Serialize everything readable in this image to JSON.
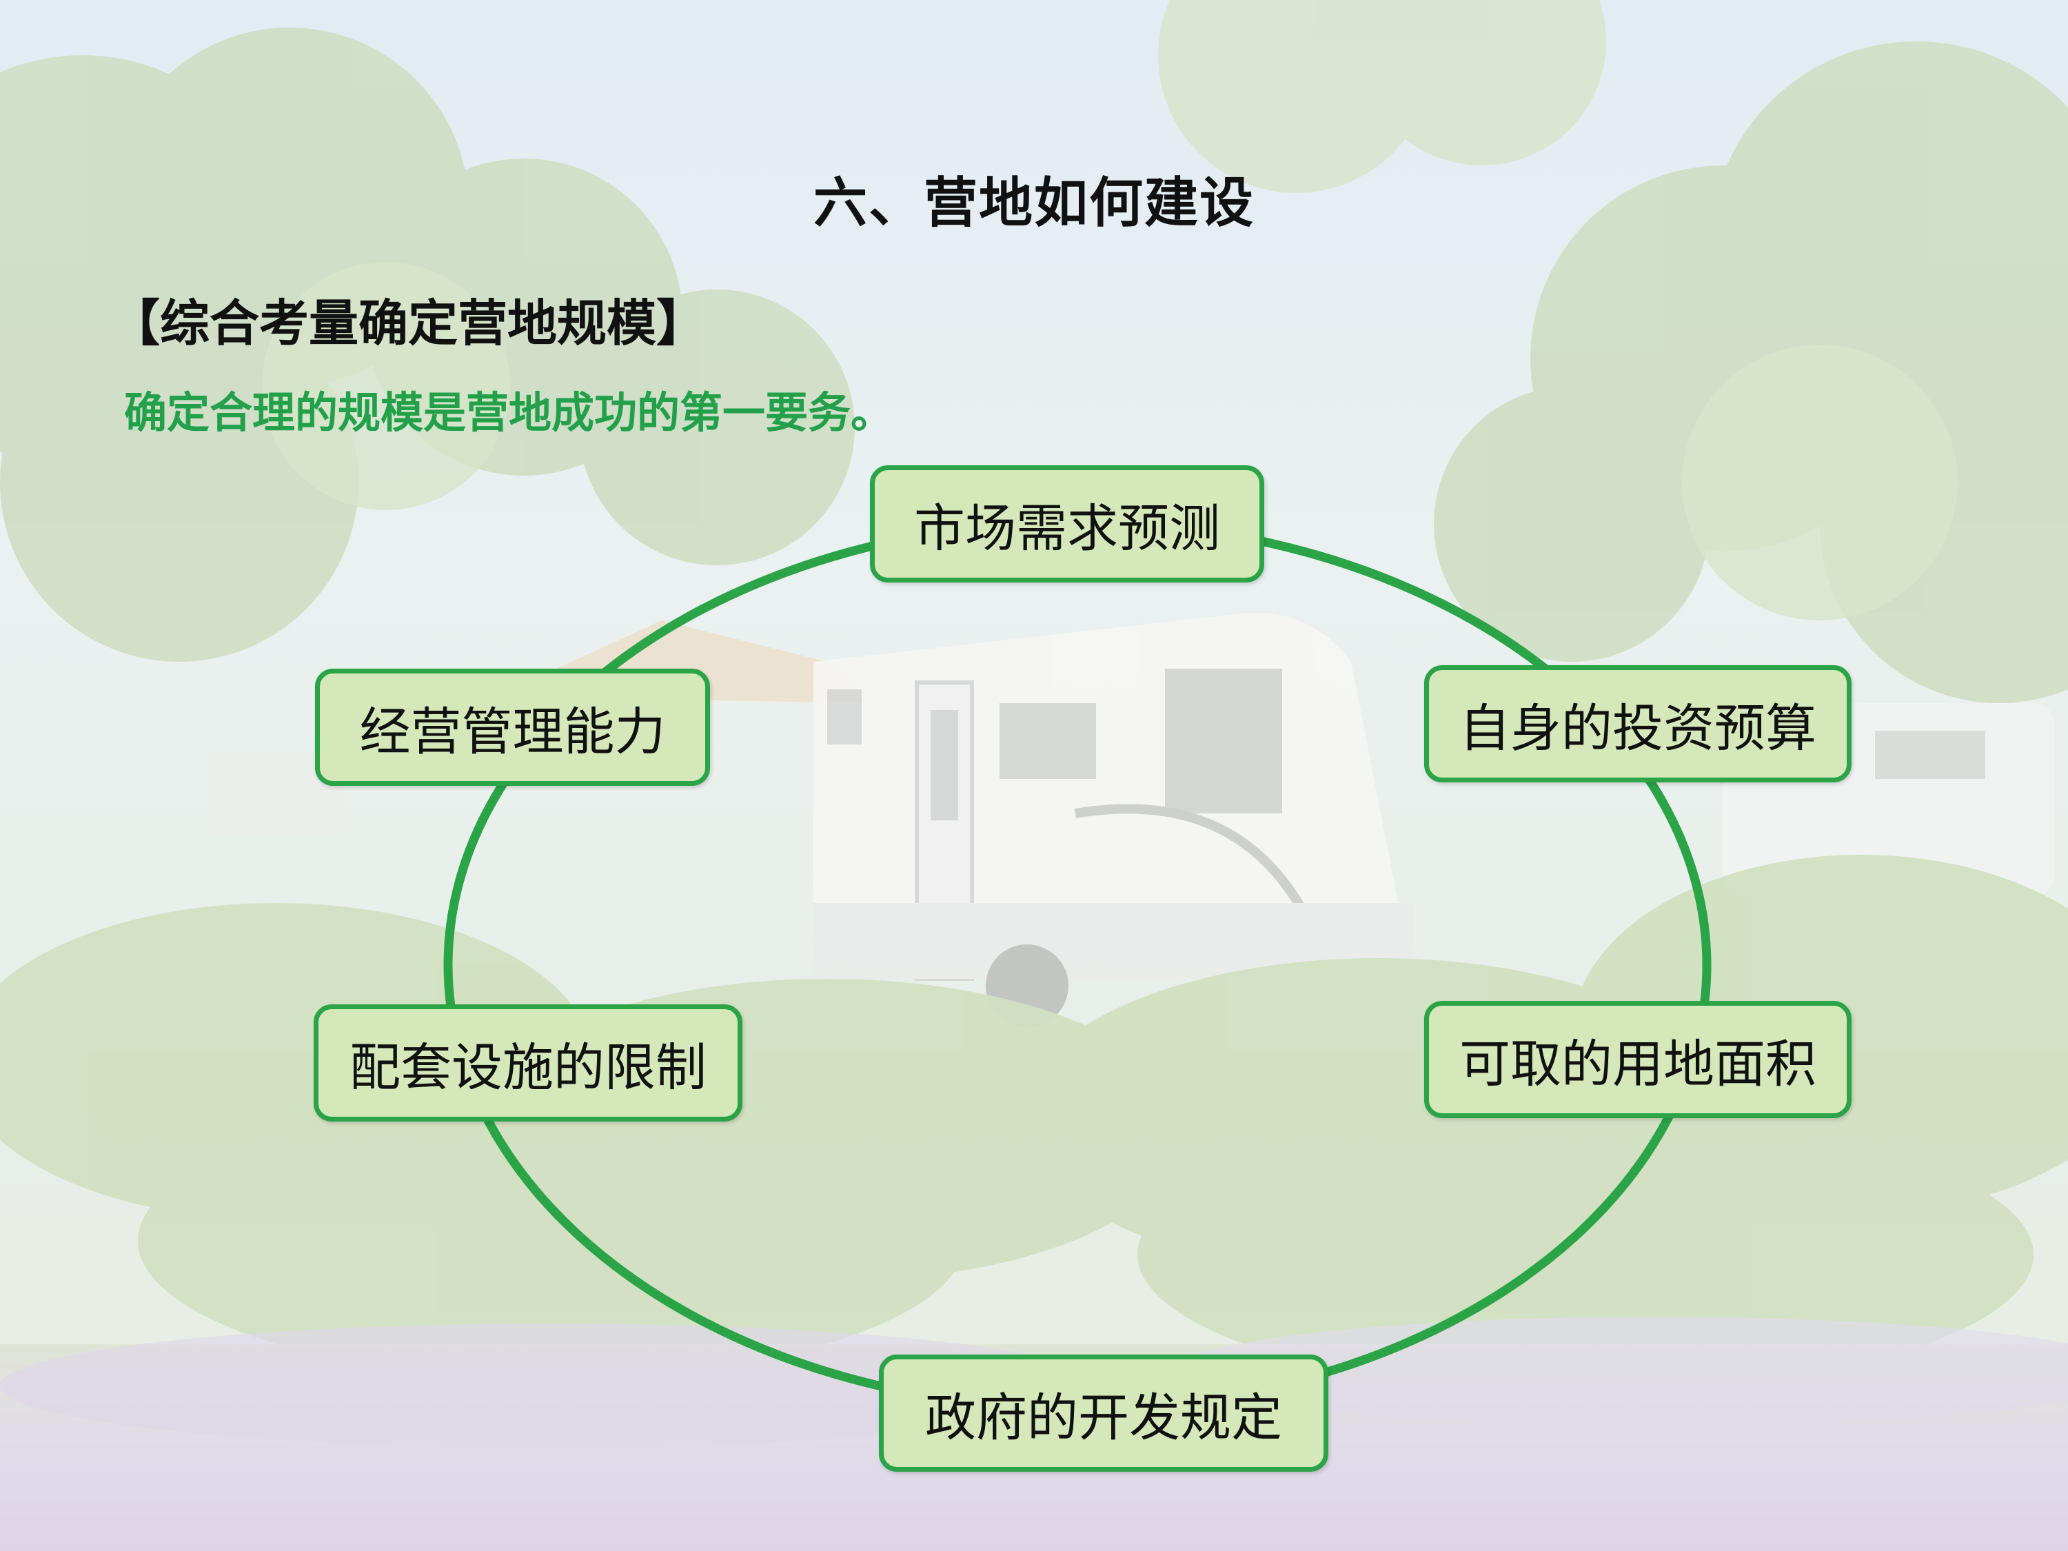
{
  "title": "六、营地如何建设",
  "subtitle": "【综合考量确定营地规模】",
  "lead": "确定合理的规模是营地成功的第一要务。",
  "cycle": {
    "nodes": [
      "市场需求预测",
      "自身的投资预算",
      "可取的用地面积",
      "政府的开发规定",
      "配套设施的限制",
      "经营管理能力"
    ]
  },
  "colors": {
    "accent": "#2aa447",
    "node_fill": "#d5e8b9",
    "lead_text": "#22a04a"
  }
}
